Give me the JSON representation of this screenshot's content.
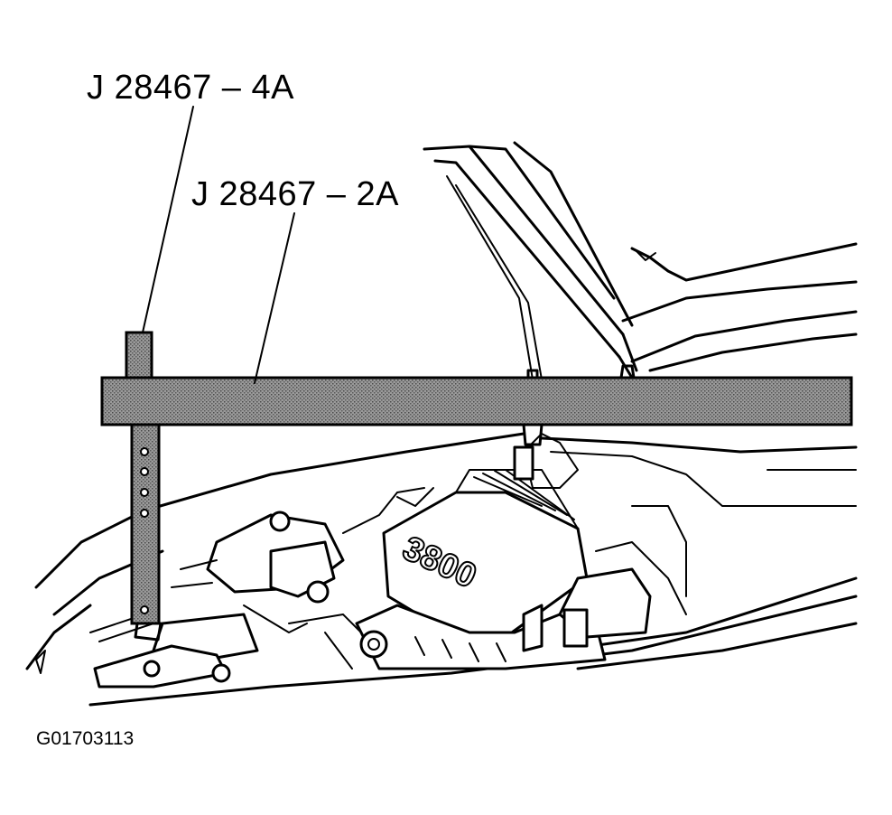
{
  "labels": {
    "tool_4a": "J 28467 – 4A",
    "tool_2a": "J 28467 – 2A",
    "engine_badge": "3800",
    "figure_id": "G01703113"
  },
  "colors": {
    "line": "#000000",
    "tool_fill": "#8a8a8a",
    "background": "#ffffff"
  }
}
